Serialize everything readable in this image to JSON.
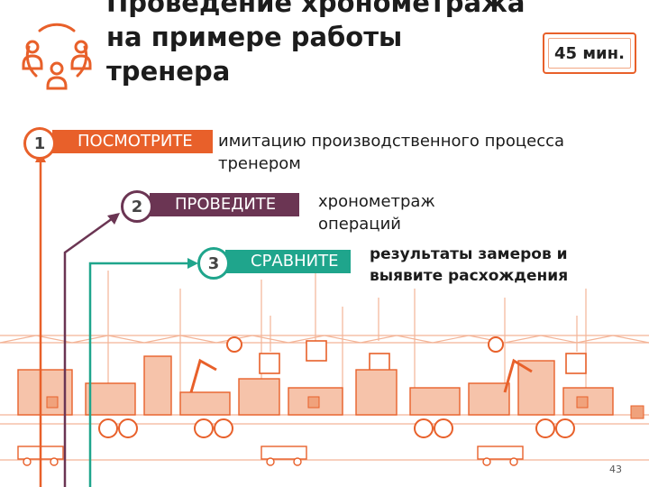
{
  "title": "Проведение хронометража на примере работы тренера",
  "timer": {
    "label": "45 мин."
  },
  "steps": [
    {
      "number": "1",
      "label": "ПОСМОТРИТЕ",
      "text": "имитацию производственного процесса тренером",
      "color": "#e8602a"
    },
    {
      "number": "2",
      "label": "ПРОВЕДИТЕ",
      "text": "хронометраж операций",
      "color": "#6b3553"
    },
    {
      "number": "3",
      "label": "СРАВНИТЕ",
      "text": "результаты замеров и выявите расхождения",
      "color": "#1fa58c"
    }
  ],
  "page_number": "43",
  "colors": {
    "orange": "#e8602a",
    "plum": "#6b3553",
    "teal": "#1fa58c",
    "illustration": "#f0a27c"
  },
  "icons": [
    "team-icon",
    "factory-line-illustration"
  ]
}
